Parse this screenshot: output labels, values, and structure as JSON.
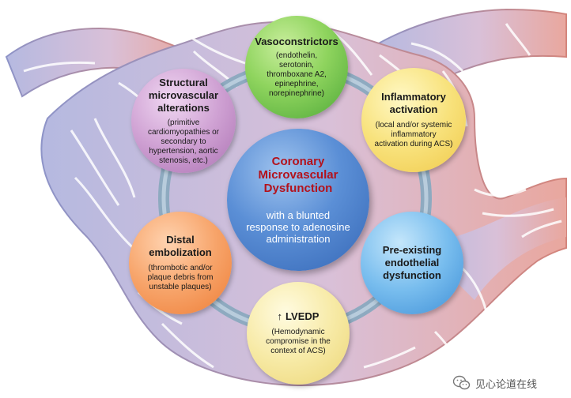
{
  "center": {
    "title": "Coronary\nMicrovascular\nDysfunction",
    "subtitle": "with a blunted\nresponse to adenosine\nadministration"
  },
  "nodes": [
    {
      "title": "Vasoconstrictors",
      "detail": "(endothelin,\nserotonin,\nthromboxane A2,\nepinephrine,\nnorepinephrine)"
    },
    {
      "title": "Inflammatory\nactivation",
      "detail": "(local and/or systemic\ninflammatory\nactivation during ACS)"
    },
    {
      "title": "Pre-existing\nendothelial\ndysfunction",
      "detail": ""
    },
    {
      "title": "LVEDP",
      "detail": "(Hemodynamic\ncompromise in the\ncontext of ACS)"
    },
    {
      "title": "Distal\nembolization",
      "detail": "(thrombotic and/or\nplaque debris from\nunstable plaques)"
    },
    {
      "title": "Structural\nmicrovascular\nalterations",
      "detail": "(primitive\ncardiomyopathies or\nsecondary to\nhypertension, aortic\nstenosis, etc.)"
    }
  ],
  "icons": {
    "lvedp_arrow": "up-arrow-icon",
    "watermark": "wechat-icon"
  },
  "watermark": {
    "text": "见心论道在线"
  },
  "colors": {
    "center_title": "#b3121c",
    "vasoconstrictors": "#5cb845",
    "inflammatory": "#f3d660",
    "endothelial": "#4f9fdf",
    "lvedp": "#f0dd8a",
    "embolization": "#f08a48",
    "structural": "#b57bbd",
    "ring": "#8eaac0"
  }
}
